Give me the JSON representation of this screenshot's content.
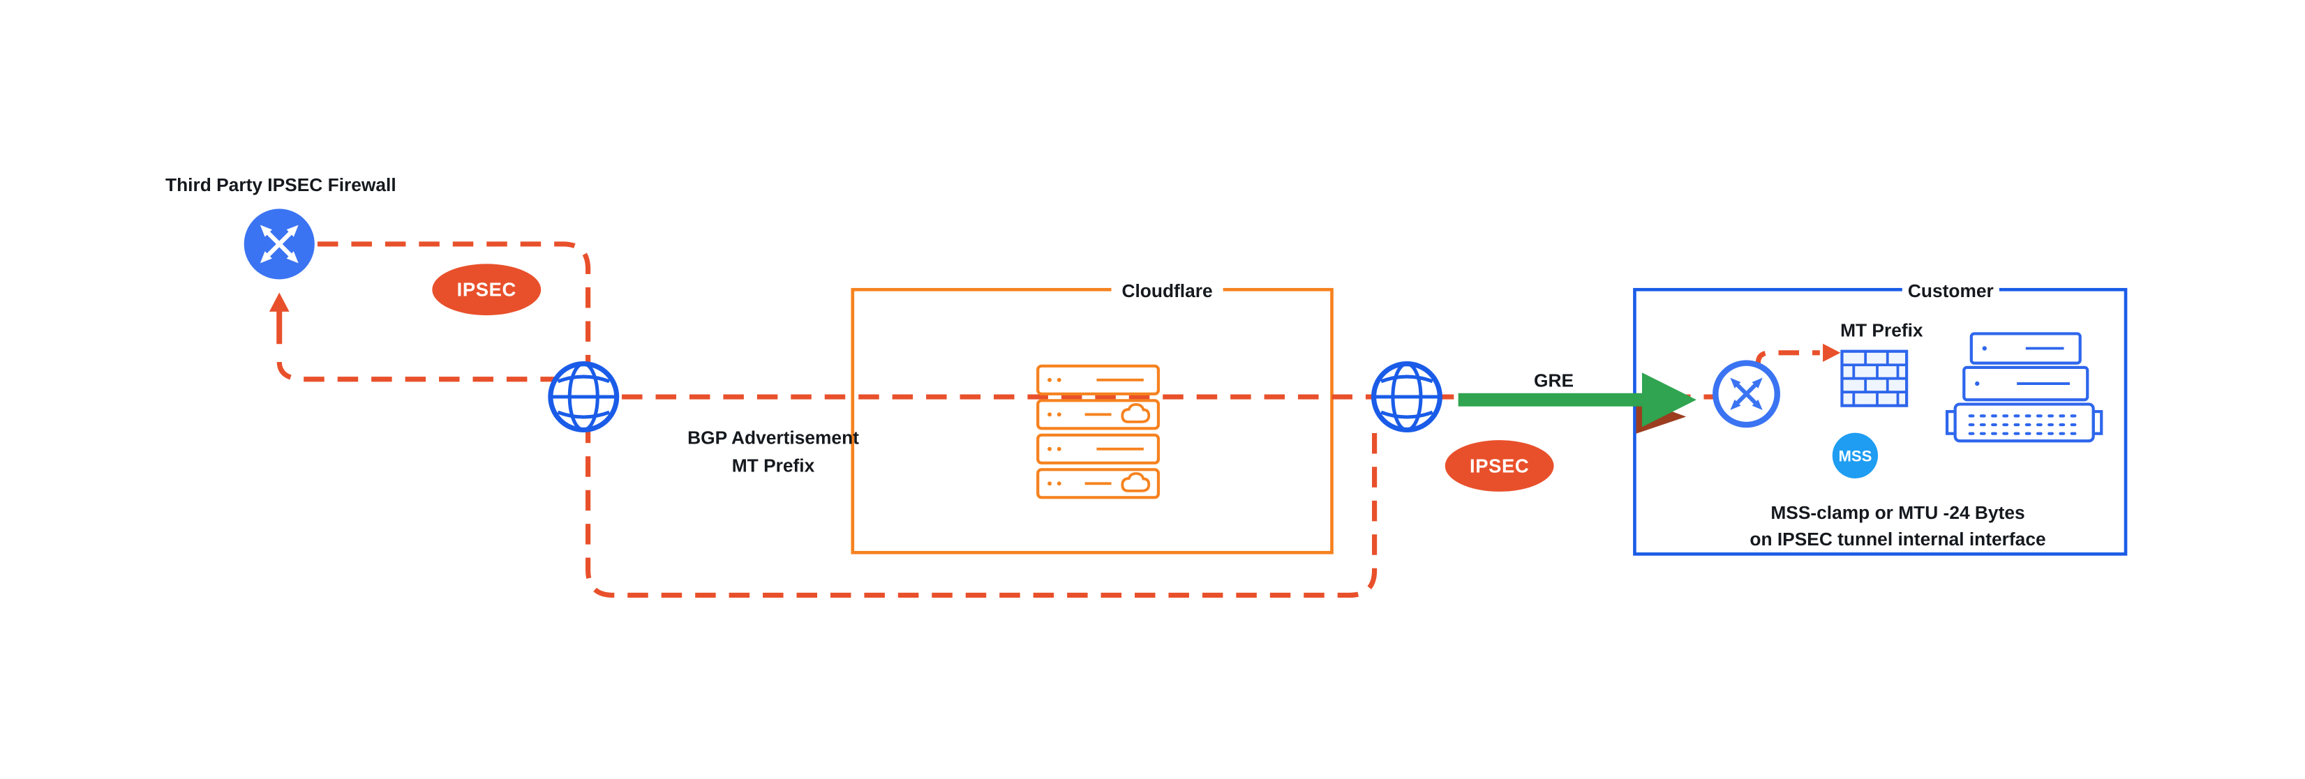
{
  "colors": {
    "background": "#FFFFFF",
    "text": "#15191E",
    "blue": "#1A5CE8",
    "router_blue": "#3B74F2",
    "server_blue": "#2E66EC",
    "sky_blue": "#1E9DF2",
    "orange": "#F6821F",
    "red_orange": "#E8502B",
    "dark_red": "#9C3D20",
    "green": "#30A450"
  },
  "labels": {
    "third_party_firewall": "Third Party IPSEC Firewall",
    "ipsec_badge_left": "IPSEC",
    "ipsec_badge_right": "IPSEC",
    "bgp_advertisement_line1": "BGP Advertisement",
    "bgp_advertisement_line2": "MT Prefix",
    "cloudflare_box": "Cloudflare",
    "customer_box": "Customer",
    "gre": "GRE",
    "mt_prefix": "MT Prefix",
    "mss_badge": "MSS",
    "mss_note_line1": "MSS-clamp or MTU -24 Bytes",
    "mss_note_line2": "on IPSEC tunnel internal interface"
  },
  "icons": {
    "router_filled": "router-icon",
    "router_outline": "router-icon",
    "globe_left": "globe-icon",
    "globe_right": "globe-icon",
    "cloudflare_servers": "server-stack-icon",
    "customer_servers": "server-stack-icon",
    "firewall_bricks": "firewall-icon",
    "cloud_rows": "cloud-icon",
    "gre_arrow": "arrow-right-icon",
    "up_arrow": "arrow-up-icon"
  }
}
